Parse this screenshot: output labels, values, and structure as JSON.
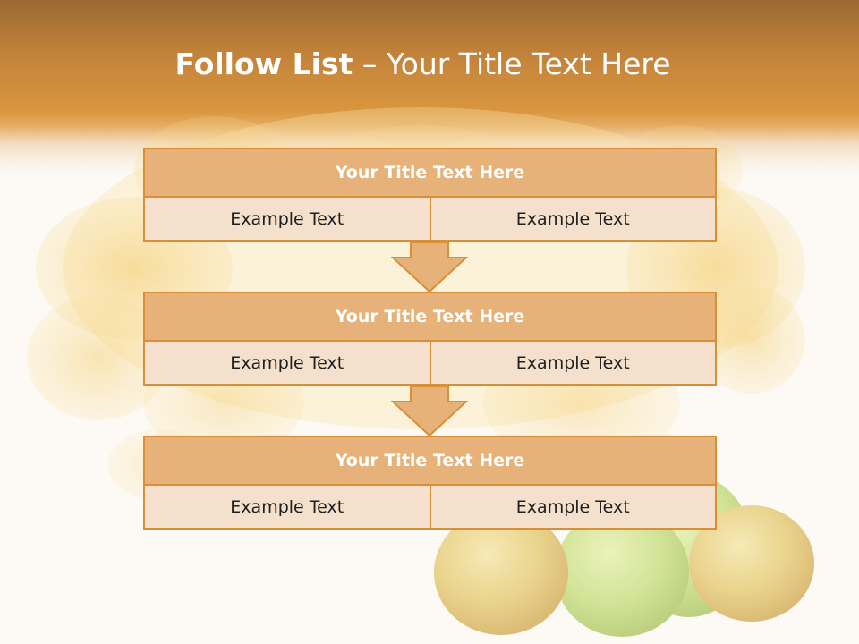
{
  "slide": {
    "title_bold": "Follow List",
    "title_rest": " – Your Title Text Here"
  },
  "blocks": [
    {
      "title": "Your Title Text Here",
      "left": "Example Text",
      "right": "Example Text"
    },
    {
      "title": "Your Title Text Here",
      "left": "Example Text",
      "right": "Example Text"
    },
    {
      "title": "Your Title Text Here",
      "left": "Example Text",
      "right": "Example Text"
    }
  ],
  "colors": {
    "header": "#d9963f",
    "block_title_fill": "#e6b27a",
    "block_cell_fill": "#f5e0cd",
    "border": "#d98f3a"
  }
}
